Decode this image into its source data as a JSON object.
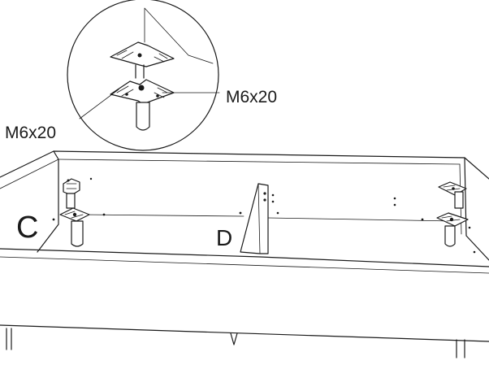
{
  "callouts": {
    "screw_right": "M6x20",
    "screw_left": "M6x20"
  },
  "position_labels": {
    "corner": "C",
    "middle": "D"
  },
  "icons": {
    "bracket": "corner-bracket-icon",
    "leg": "furniture-leg-icon",
    "bolt": "bolt-icon"
  },
  "colors": {
    "line": "#1a1a1a",
    "background": "#ffffff",
    "shade": "#9a9a9a"
  }
}
